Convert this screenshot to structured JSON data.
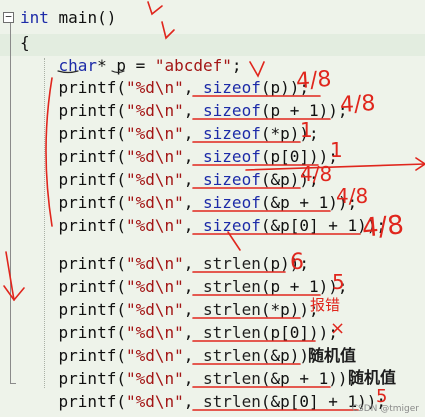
{
  "editor": {
    "header_line": {
      "keyword": "int",
      "name": " main()"
    },
    "open_brace": "{",
    "declaration": {
      "type": "char",
      "rest": "* p = ",
      "literal": "\"abcdef\"",
      "end": ";"
    },
    "sizeof_lines": [
      {
        "pre": "printf(",
        "fmt": "\"%d\\n\"",
        "mid": ", ",
        "fn": "sizeof",
        "args": "(p));"
      },
      {
        "pre": "printf(",
        "fmt": "\"%d\\n\"",
        "mid": ", ",
        "fn": "sizeof",
        "args": "(p + 1));"
      },
      {
        "pre": "printf(",
        "fmt": "\"%d\\n\"",
        "mid": ", ",
        "fn": "sizeof",
        "args": "(*p));"
      },
      {
        "pre": "printf(",
        "fmt": "\"%d\\n\"",
        "mid": ", ",
        "fn": "sizeof",
        "args": "(p[0]));"
      },
      {
        "pre": "printf(",
        "fmt": "\"%d\\n\"",
        "mid": ", ",
        "fn": "sizeof",
        "args": "(&p));"
      },
      {
        "pre": "printf(",
        "fmt": "\"%d\\n\"",
        "mid": ", ",
        "fn": "sizeof",
        "args": "(&p + 1));"
      },
      {
        "pre": "printf(",
        "fmt": "\"%d\\n\"",
        "mid": ", ",
        "fn": "sizeof",
        "args": "(&p[0] + 1));"
      }
    ],
    "strlen_lines": [
      {
        "pre": "printf(",
        "fmt": "\"%d\\n\"",
        "mid": ", ",
        "fn": "strlen",
        "args": "(p));"
      },
      {
        "pre": "printf(",
        "fmt": "\"%d\\n\"",
        "mid": ", ",
        "fn": "strlen",
        "args": "(p + 1));"
      },
      {
        "pre": "printf(",
        "fmt": "\"%d\\n\"",
        "mid": ", ",
        "fn": "strlen",
        "args": "(*p));"
      },
      {
        "pre": "printf(",
        "fmt": "\"%d\\n\"",
        "mid": ", ",
        "fn": "strlen",
        "args": "(p[0]));"
      },
      {
        "pre": "printf(",
        "fmt": "\"%d\\n\"",
        "mid": ", ",
        "fn": "strlen",
        "args": "(&p));"
      },
      {
        "pre": "printf(",
        "fmt": "\"%d\\n\"",
        "mid": ", ",
        "fn": "strlen",
        "args": "(&p + 1));"
      },
      {
        "pre": "printf(",
        "fmt": "\"%d\\n\"",
        "mid": ", ",
        "fn": "strlen",
        "args": "(&p[0] + 1));"
      }
    ]
  },
  "annotations": {
    "sizeof_answers": [
      "4/8",
      "4/8",
      "1",
      "1",
      "4/8",
      "4/8",
      "4/8"
    ],
    "strlen_answers": [
      "6",
      "5",
      "报错",
      "×",
      "随机值",
      "随机值",
      "5"
    ]
  },
  "watermark": "CSDN @tmiger",
  "colors": {
    "keyword": "#1d2ba8",
    "string": "#a31515",
    "ink": "#e0261d",
    "background": "#eef3ea"
  }
}
